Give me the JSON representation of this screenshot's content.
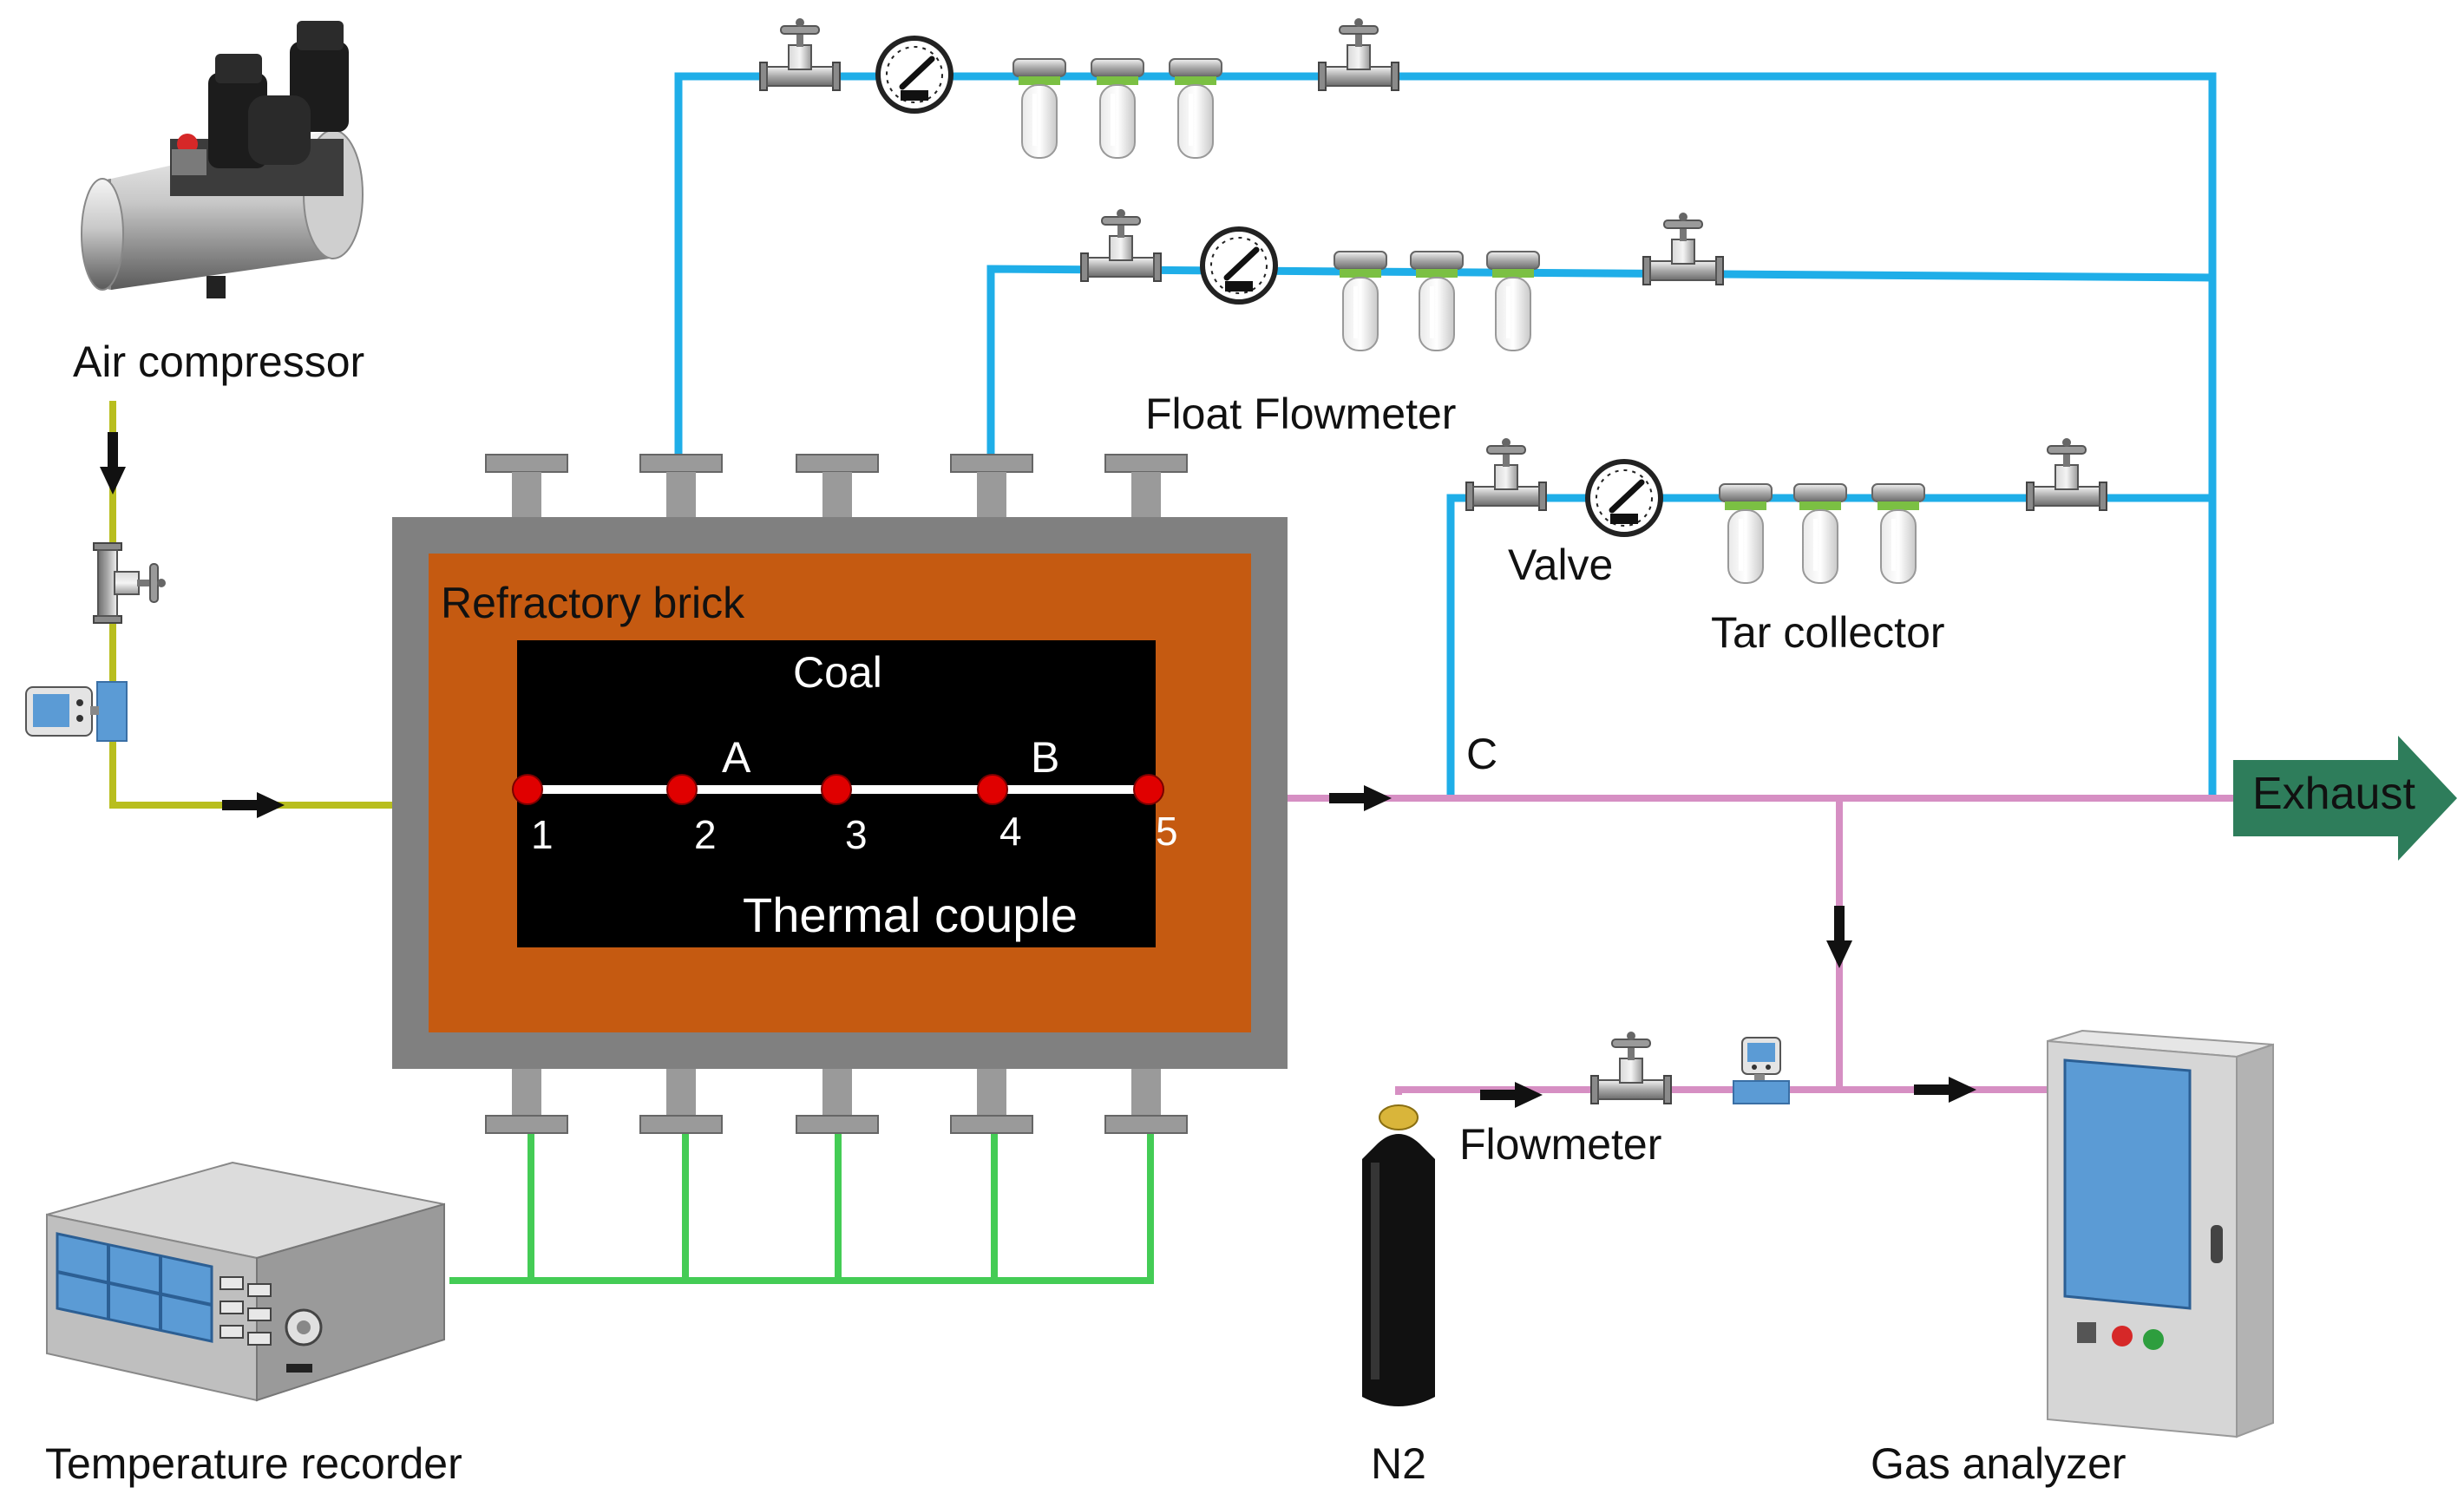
{
  "colors": {
    "air_line": "#B8BE1E",
    "blue_line": "#1FAEE8",
    "exhaust_line": "#D68FC3",
    "thermocouple_line": "#44CC55",
    "refractory": "#C55A11",
    "furnace_shell": "#808080",
    "coal": "#000000",
    "exhaust_arrow": "#2E7D5B",
    "measure_point": "#E00000"
  },
  "labels": {
    "air_compressor": "Air compressor",
    "float_flowmeter": "Float Flowmeter",
    "refractory_brick": "Refractory brick",
    "coal": "Coal",
    "point_a": "A",
    "point_b": "B",
    "point_c": "C",
    "valve": "Valve",
    "tar_collector": "Tar collector",
    "exhaust": "Exhaust",
    "thermal_couple": "Thermal couple",
    "flowmeter": "Flowmeter",
    "temperature_recorder": "Temperature recorder",
    "n2": "N2",
    "gas_analyzer": "Gas analyzer"
  },
  "thermocouples": [
    "1",
    "2",
    "3",
    "4",
    "5"
  ],
  "icons": [
    "air-compressor-icon",
    "valve-icon",
    "pressure-gauge-icon",
    "tar-collector-icon",
    "digital-flowmeter-icon",
    "temperature-recorder-icon",
    "n2-cylinder-icon",
    "gas-analyzer-icon",
    "flow-arrow-icon",
    "exhaust-arrow-icon"
  ]
}
